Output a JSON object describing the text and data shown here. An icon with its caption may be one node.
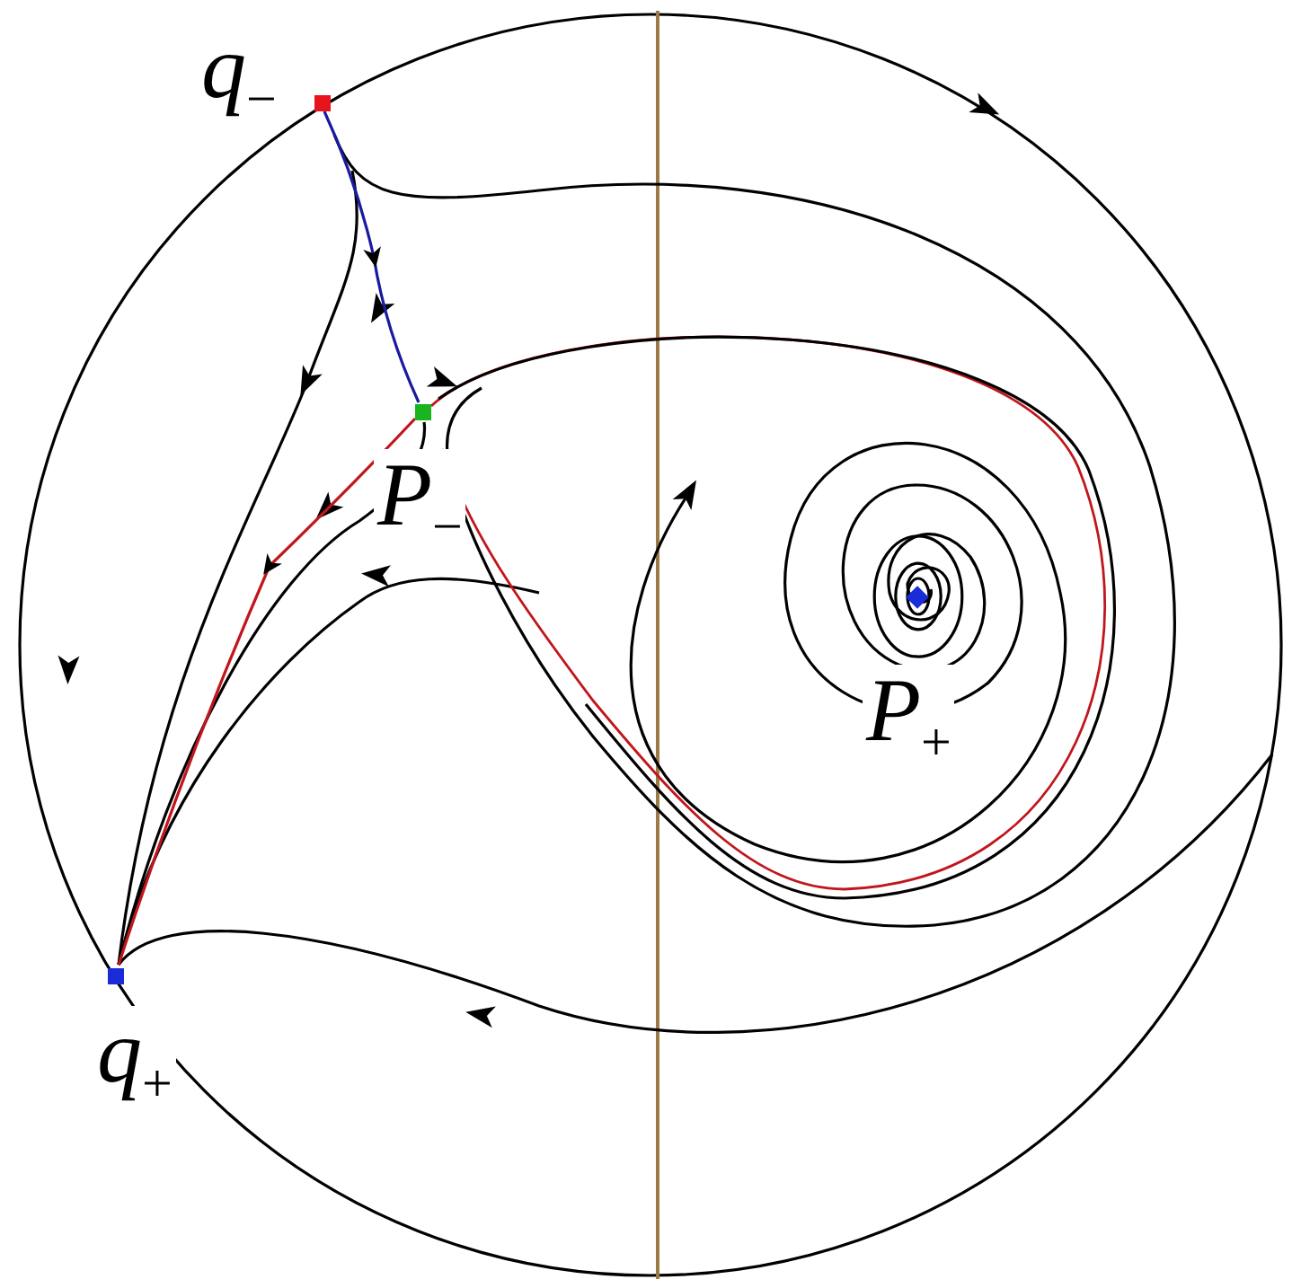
{
  "diagram": {
    "nodes": [
      {
        "text": [],
        "shape": "box",
        "beside": [
          "q$_{−}$"
        ]
      },
      {
        "text": [],
        "shape": "box",
        "beside": [
          "P$_{−}$"
        ]
      },
      {
        "text": [],
        "shape": "diamond",
        "beside": [
          "P$_{+}$"
        ]
      },
      {
        "text": [],
        "shape": "box",
        "beside": [
          "q$_{+}$"
        ]
      }
    ],
    "edges": [
      {
        "from": 0,
        "to": 1,
        "arrow": "to",
        "color": "#1a1aa0"
      },
      {
        "from": 1,
        "to": 3,
        "arrow": "to",
        "color": "#c0161c"
      }
    ]
  }
}
